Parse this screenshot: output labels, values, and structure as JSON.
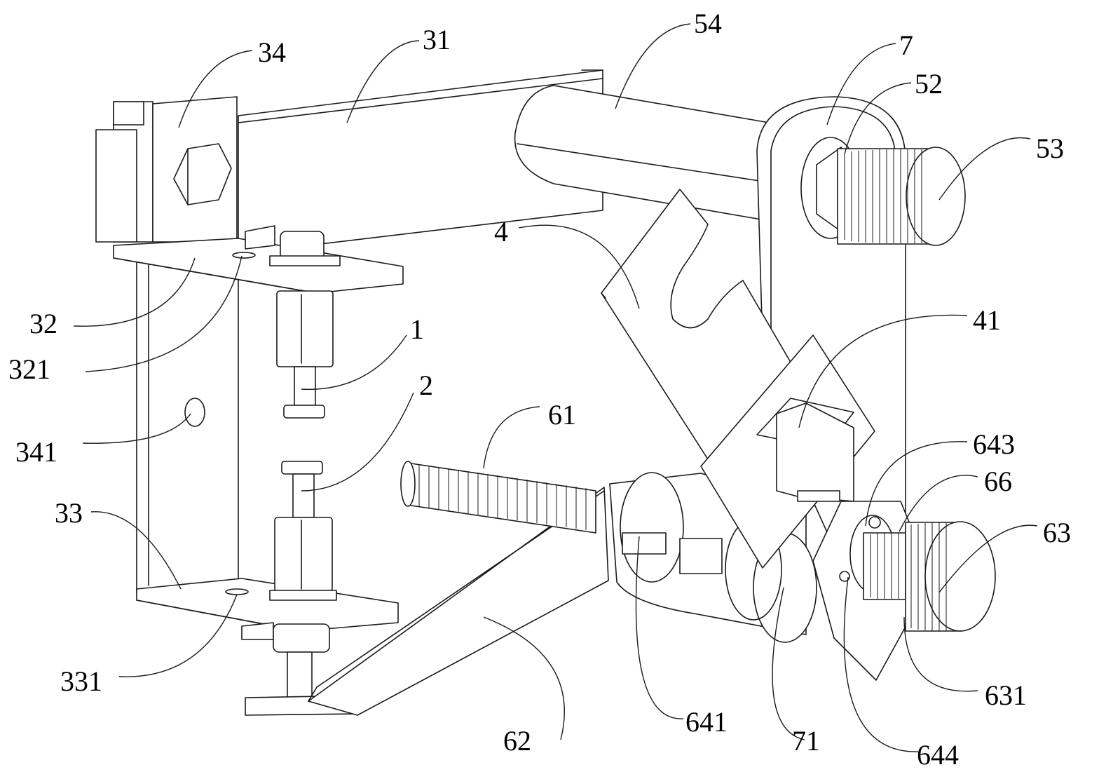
{
  "colors": {
    "line": "#1a1a1a",
    "background": "#ffffff"
  },
  "labels": {
    "l34": "34",
    "l31": "31",
    "l54": "54",
    "l7": "7",
    "l52": "52",
    "l53": "53",
    "l4": "4",
    "l32": "32",
    "l321": "321",
    "l1": "1",
    "l41": "41",
    "l2": "2",
    "l61": "61",
    "l341": "341",
    "l643": "643",
    "l66": "66",
    "l33": "33",
    "l63": "63",
    "l331": "331",
    "l631": "631",
    "l62": "62",
    "l641": "641",
    "l71": "71",
    "l644": "644"
  }
}
